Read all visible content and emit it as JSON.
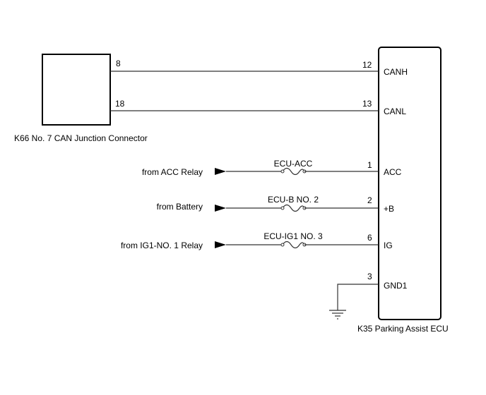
{
  "connector": {
    "label": "K66  No. 7 CAN Junction Connector",
    "pins": {
      "canh": "8",
      "canl": "18"
    }
  },
  "ecu": {
    "label": "K35  Parking Assist ECU",
    "terminals": [
      {
        "pin": "12",
        "name": "CANH"
      },
      {
        "pin": "13",
        "name": "CANL"
      },
      {
        "pin": "1",
        "name": "ACC"
      },
      {
        "pin": "2",
        "name": "+B"
      },
      {
        "pin": "6",
        "name": "IG"
      },
      {
        "pin": "3",
        "name": "GND1"
      }
    ]
  },
  "inputs": [
    {
      "source": "from ACC Relay",
      "fuse": "ECU-ACC"
    },
    {
      "source": "from Battery",
      "fuse": "ECU-B NO. 2"
    },
    {
      "source": "from IG1-NO. 1 Relay",
      "fuse": "ECU-IG1 NO. 3"
    }
  ]
}
